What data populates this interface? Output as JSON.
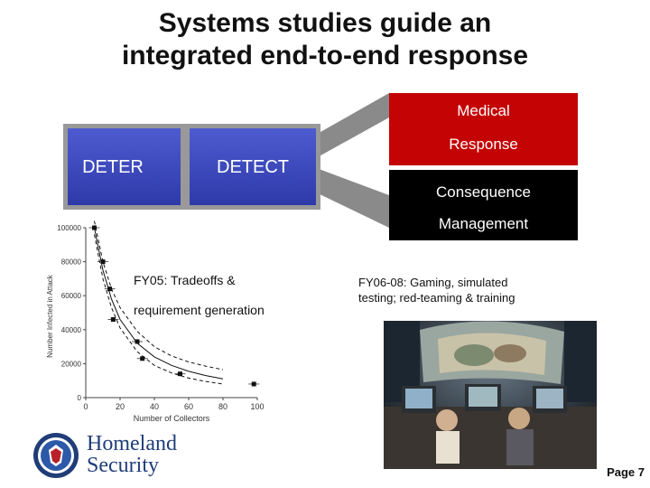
{
  "title": {
    "line1": "Systems studies guide an",
    "line2": "integrated end-to-end response"
  },
  "blocks": {
    "deter": "DETER",
    "detect": "DETECT",
    "medical_line1": "Medical",
    "medical_line2": "Response",
    "consequence_line1": "Consequence",
    "consequence_line2": "Management"
  },
  "fy05": {
    "line1": "FY05:  Tradeoffs &",
    "line2": "requirement  generation"
  },
  "fy06": {
    "line1": "FY06-08:  Gaming, simulated",
    "line2": "testing; red-teaming & training"
  },
  "chart_data": {
    "type": "scatter",
    "title": "",
    "xlabel": "Number of Collectors",
    "ylabel": "Number Infected in Attack",
    "xlim": [
      0,
      100
    ],
    "ylim": [
      0,
      100000
    ],
    "x_ticks": [
      0,
      20,
      40,
      60,
      80,
      100
    ],
    "y_ticks": [
      0,
      20000,
      40000,
      60000,
      80000,
      100000
    ],
    "points": [
      {
        "x": 5,
        "y": 100000
      },
      {
        "x": 10,
        "y": 80000
      },
      {
        "x": 14,
        "y": 64000
      },
      {
        "x": 16,
        "y": 46000
      },
      {
        "x": 30,
        "y": 33000
      },
      {
        "x": 33,
        "y": 23000
      },
      {
        "x": 55,
        "y": 14000
      },
      {
        "x": 98,
        "y": 8000
      }
    ],
    "curves": [
      {
        "style": "solid",
        "x": [
          5,
          10,
          15,
          20,
          30,
          40,
          50,
          60,
          70,
          80
        ],
        "y": [
          100000,
          75000,
          58000,
          46000,
          32000,
          24000,
          19000,
          15500,
          13000,
          11000
        ]
      },
      {
        "style": "dashed",
        "x": [
          5,
          10,
          15,
          20,
          30,
          40,
          50,
          60,
          70,
          80
        ],
        "y": [
          104000,
          80000,
          64000,
          53000,
          39000,
          30000,
          24500,
          21000,
          18500,
          16500
        ]
      },
      {
        "style": "dashed",
        "x": [
          5,
          10,
          15,
          20,
          30,
          40,
          50,
          60,
          70,
          80
        ],
        "y": [
          96000,
          70000,
          53000,
          41000,
          27000,
          19000,
          14500,
          11500,
          9500,
          8000
        ]
      }
    ]
  },
  "logo": {
    "word1": "Homeland",
    "word2": "Security"
  },
  "page_label": "Page 7",
  "colors": {
    "block_blue": "#3a47bd",
    "medical_red": "#c40404",
    "consequence_black": "#000000",
    "connector_gray": "#8a8a8a",
    "logo_blue": "#1f3d78"
  }
}
